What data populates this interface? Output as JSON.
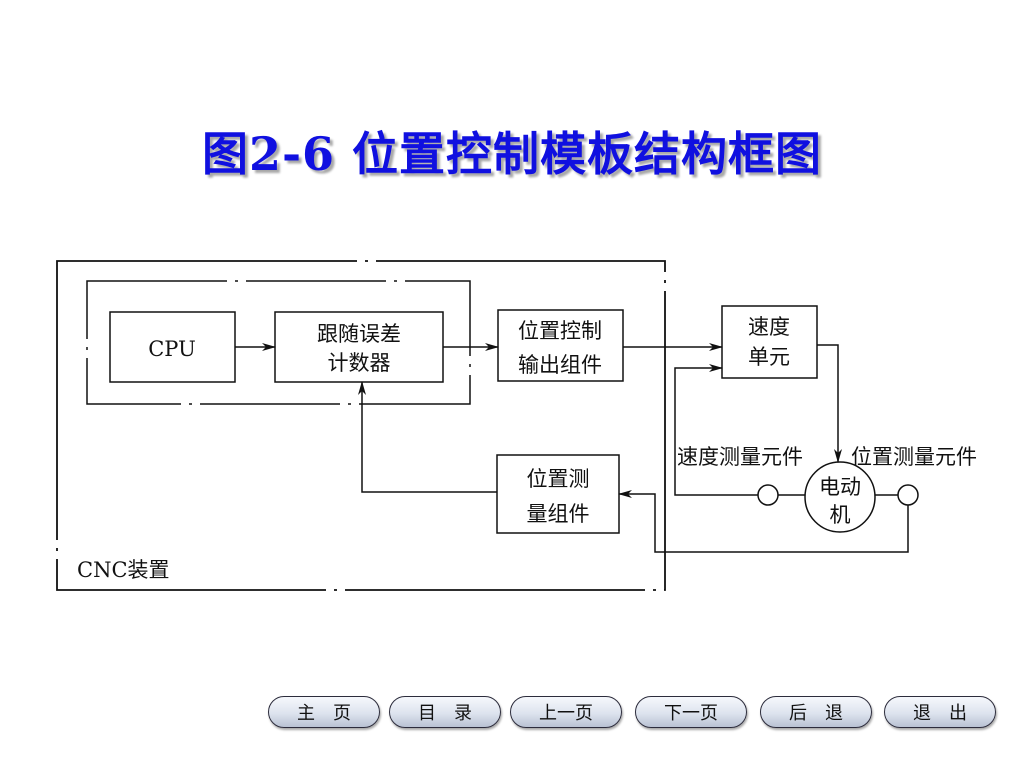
{
  "title": "图2-6 位置控制模板结构框图",
  "diagram": {
    "cpu": "CPU",
    "counter_line1": "跟随误差",
    "counter_line2": "计数器",
    "output_line1": "位置控制",
    "output_line2": "输出组件",
    "speed_line1": "速度",
    "speed_line2": "单元",
    "measure_line1": "位置测",
    "measure_line2": "量组件",
    "speed_sensor_label": "速度测量元件",
    "position_sensor_label": "位置测量元件",
    "motor_line1": "电动",
    "motor_line2": "机",
    "cnc_label": "CNC装置"
  },
  "nav": [
    {
      "label": "主　页"
    },
    {
      "label": "目　录"
    },
    {
      "label": "上一页"
    },
    {
      "label": "下一页"
    },
    {
      "label": "后　退"
    },
    {
      "label": "退　出"
    }
  ]
}
